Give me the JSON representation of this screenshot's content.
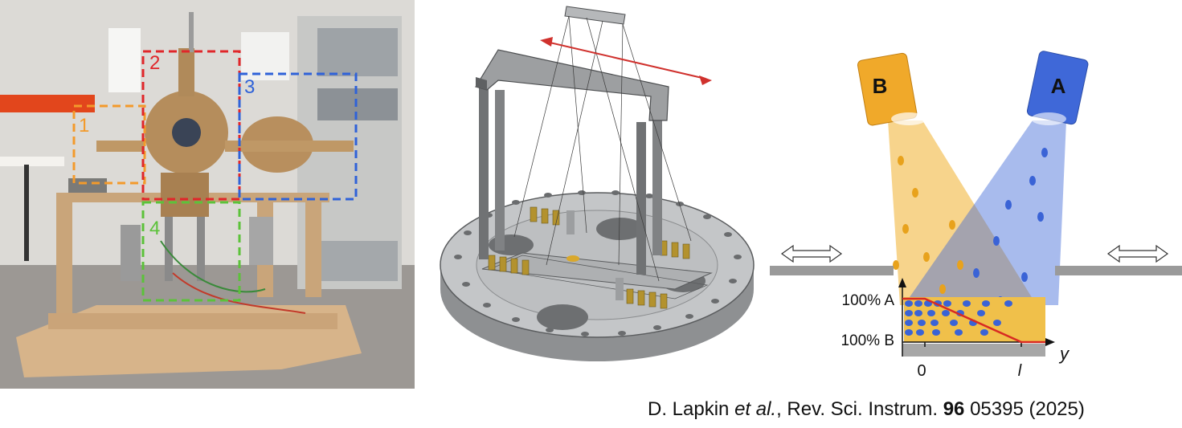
{
  "photo": {
    "labels": [
      "1",
      "2",
      "3",
      "4"
    ],
    "colors": {
      "1": "#f39a2b",
      "2": "#e0262a",
      "3": "#2f62d8",
      "4": "#5cc23a"
    }
  },
  "schematic": {
    "source_b_label": "B",
    "source_a_label": "A",
    "y_top_label": "100% A",
    "y_bottom_label": "100% B",
    "x_axis_label": "y",
    "x_tick_0": "0",
    "x_tick_l": "l",
    "colors": {
      "A": "#3f68d8",
      "B": "#f0b02e",
      "profile": "#d82a22"
    }
  },
  "citation": {
    "authors": "D. Lapkin",
    "etal": "et al.",
    "journal": ", Rev. Sci. Instrum. ",
    "volume": "96",
    "rest": " 05395 (2025)"
  }
}
